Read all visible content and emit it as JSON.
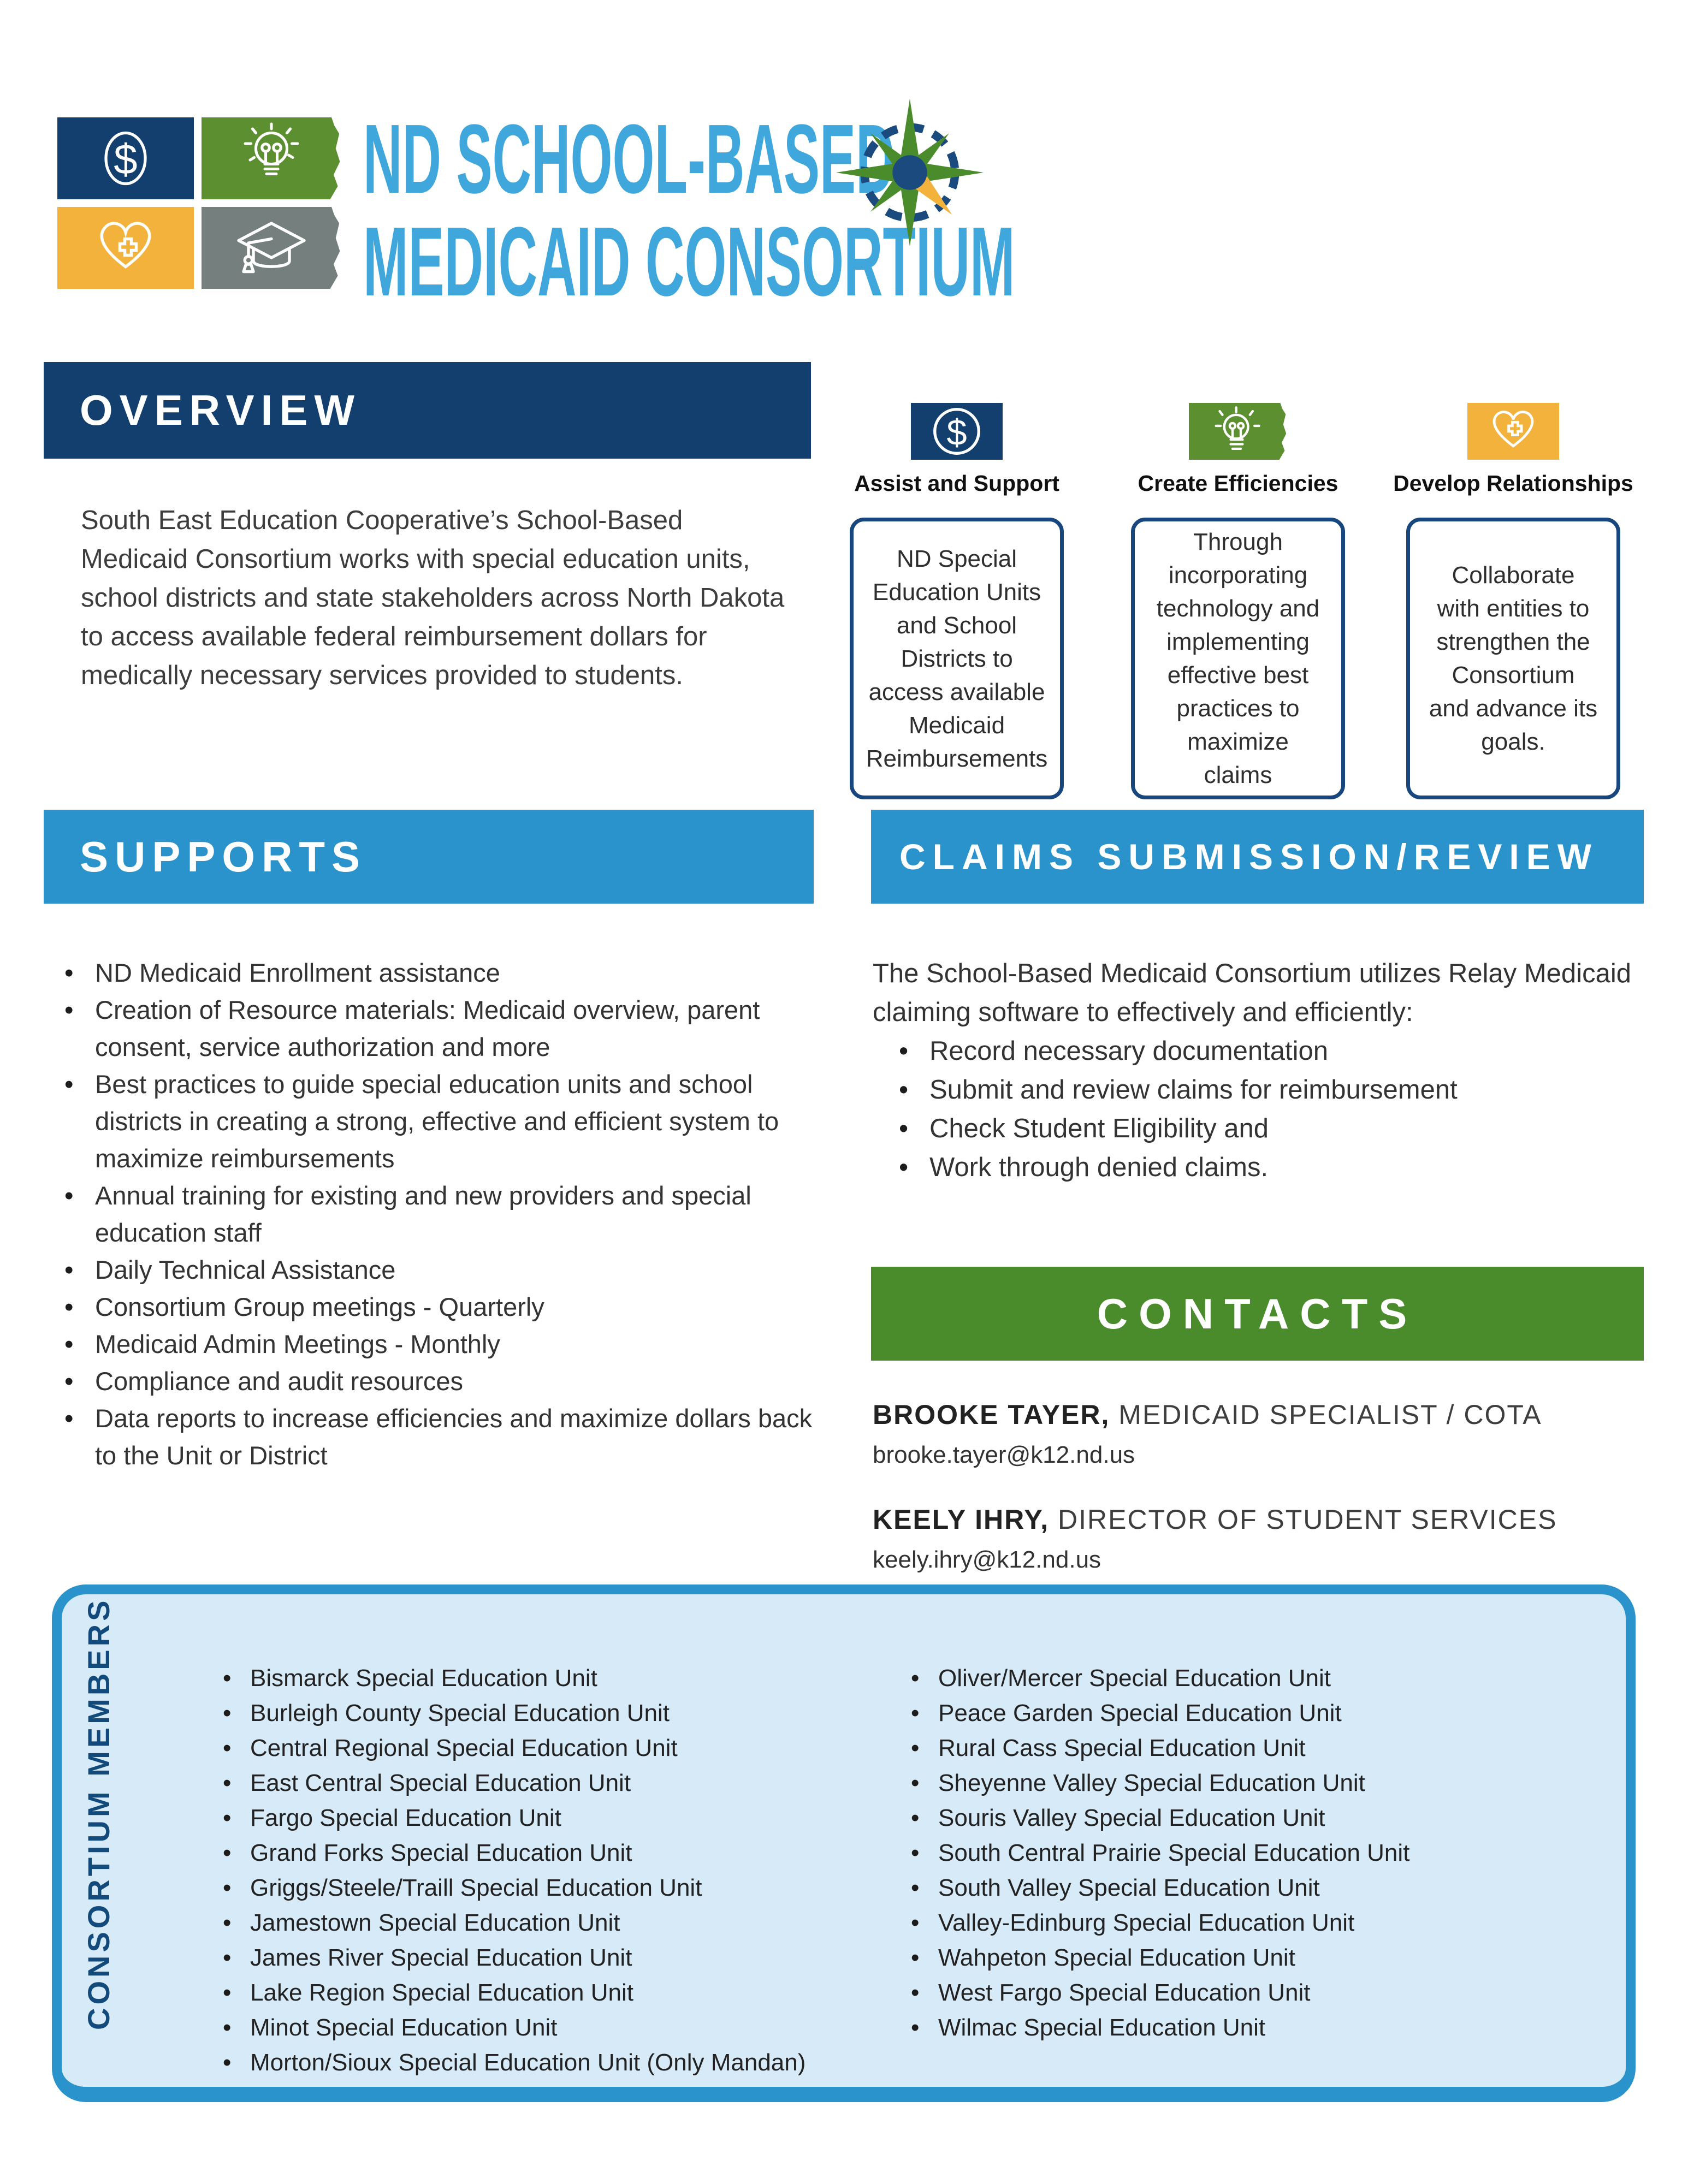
{
  "colors": {
    "navy": "#123F6E",
    "process_blue": "#2B93CC",
    "green": "#4A8B2C",
    "yellow": "#F2B23C",
    "gray": "#75807E",
    "title_blue": "#3FA7DC",
    "light_blue_fill": "#D7EAF8"
  },
  "logo": {
    "title_line1": "ND SCHOOL-BASED",
    "title_line2": "MEDICAID CONSORTIUM",
    "tile_icons": [
      "dollar-icon",
      "lightbulb-icon",
      "heart-cross-icon",
      "graduation-cap-icon"
    ],
    "badge_icon": "compass-rose-icon"
  },
  "overview": {
    "heading": "OVERVIEW",
    "body": "South East Education Cooperative’s School-Based Medicaid Consortium works with special education units, school districts and state stakeholders across North Dakota to access available federal reimbursement dollars for medically necessary services provided to students."
  },
  "pillars": [
    {
      "label": "Assist and Support",
      "icon": "dollar-icon",
      "text": "ND Special Education Units and School Districts to access available Medicaid Reimbursements"
    },
    {
      "label": "Create Efficiencies",
      "icon": "lightbulb-icon",
      "text": "Through incorporating technology and implementing effective best practices to maximize claims"
    },
    {
      "label": "Develop Relationships",
      "icon": "heart-cross-icon",
      "text": "Collaborate with entities to strengthen the Consortium and advance its goals."
    }
  ],
  "supports": {
    "heading": "SUPPORTS",
    "items": [
      "ND Medicaid Enrollment assistance",
      "Creation of Resource materials: Medicaid overview, parent consent, service authorization and more",
      "Best practices to guide special education units and school districts in creating a strong, effective and efficient system to maximize reimbursements",
      "Annual training for existing and new providers and special education staff",
      "Daily Technical Assistance",
      "Consortium Group meetings - Quarterly",
      "Medicaid Admin Meetings - Monthly",
      "Compliance and audit resources",
      "Data reports to increase efficiencies and maximize dollars back to the Unit or District"
    ]
  },
  "claims": {
    "heading": "CLAIMS SUBMISSION/REVIEW",
    "intro": "The School-Based Medicaid Consortium utilizes Relay Medicaid claiming software to effectively and efficiently:",
    "items": [
      "Record necessary documentation",
      "Submit and review claims for reimbursement",
      "Check Student Eligibility and",
      "Work through denied claims."
    ]
  },
  "contacts": {
    "heading": "CONTACTS",
    "people": [
      {
        "name": "BROOKE TAYER,",
        "role": " MEDICAID SPECIALIST / COTA",
        "email": "brooke.tayer@k12.nd.us"
      },
      {
        "name": "KEELY IHRY,",
        "role": " DIRECTOR OF STUDENT SERVICES",
        "email": "keely.ihry@k12.nd.us"
      }
    ]
  },
  "members": {
    "heading": "CONSORTIUM MEMBERS",
    "column1": [
      "Bismarck Special Education Unit",
      "Burleigh County Special Education Unit",
      "Central Regional Special Education Unit",
      "East Central Special Education Unit",
      "Fargo Special Education Unit",
      "Grand Forks Special Education Unit",
      "Griggs/Steele/Traill Special Education Unit",
      "Jamestown Special Education Unit",
      "James River Special Education Unit",
      "Lake Region Special Education Unit",
      "Minot Special Education Unit",
      "Morton/Sioux Special Education Unit (Only Mandan)"
    ],
    "column2": [
      "Oliver/Mercer Special Education Unit",
      "Peace Garden Special Education Unit",
      "Rural Cass Special Education Unit",
      "Sheyenne Valley Special Education Unit",
      "Souris Valley Special Education Unit",
      "South Central Prairie Special Education Unit",
      "South Valley Special Education Unit",
      "Valley-Edinburg Special Education Unit",
      "Wahpeton Special Education Unit",
      "West Fargo Special Education Unit",
      "Wilmac Special Education Unit"
    ]
  }
}
